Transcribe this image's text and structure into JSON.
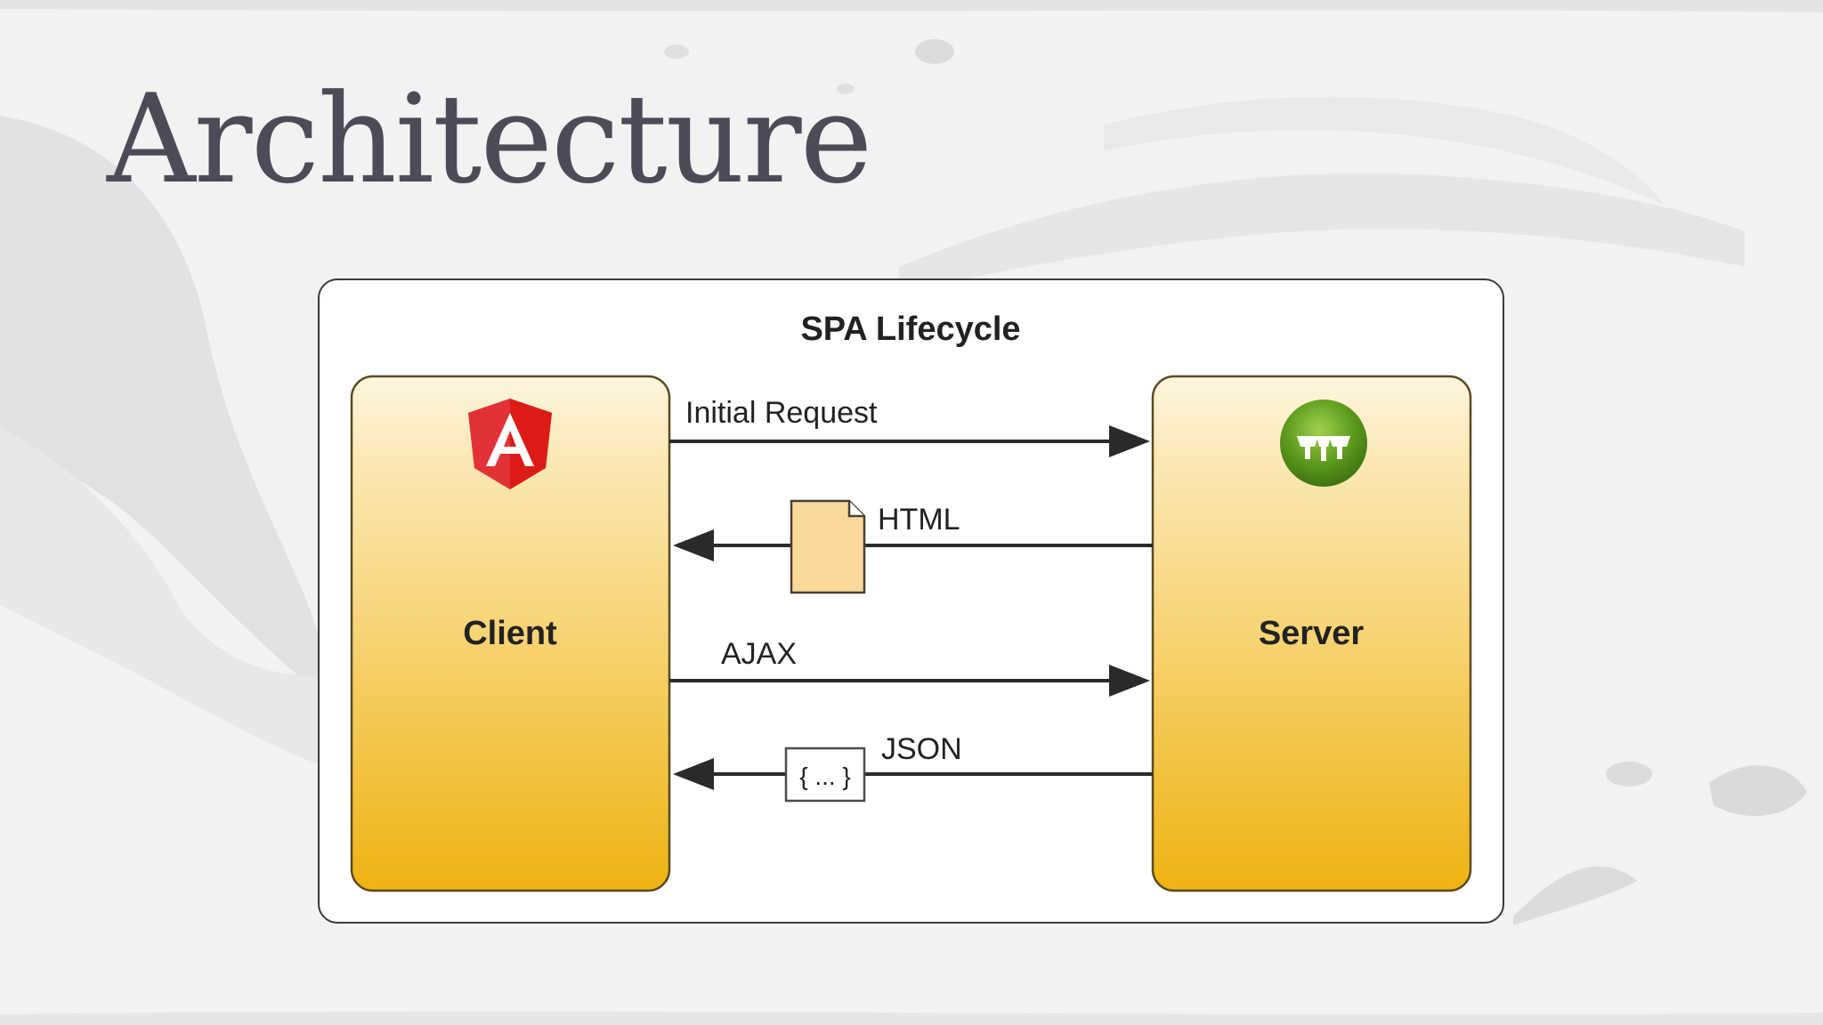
{
  "slide": {
    "title": "Architecture"
  },
  "diagram": {
    "title": "SPA Lifecycle",
    "client": {
      "label": "Client",
      "icon": "angular-shield-icon"
    },
    "server": {
      "label": "Server",
      "icon": "server-green-badge-icon"
    },
    "messages": [
      {
        "label": "Initial Request",
        "direction": "client-to-server"
      },
      {
        "label": "HTML",
        "direction": "server-to-client",
        "payload_icon": "document-icon"
      },
      {
        "label": "AJAX",
        "direction": "client-to-server"
      },
      {
        "label": "JSON",
        "direction": "server-to-client",
        "payload_text": "{ ... }"
      }
    ],
    "colors": {
      "box_top": "#fdf3d6",
      "box_bottom": "#eeb312",
      "angular_red": "#dd1b16",
      "server_green": "#5c9a1e"
    }
  }
}
